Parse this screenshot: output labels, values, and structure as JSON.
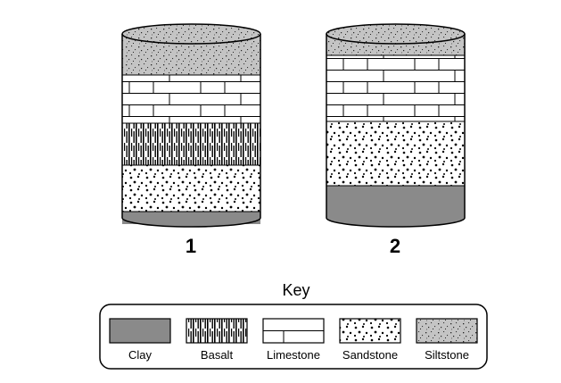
{
  "columns": [
    {
      "label": "1",
      "layers_top_to_bottom": [
        "Siltstone",
        "Limestone",
        "Basalt",
        "Sandstone",
        "Clay"
      ]
    },
    {
      "label": "2",
      "layers_top_to_bottom": [
        "Siltstone",
        "Limestone",
        "Sandstone",
        "Clay"
      ]
    }
  ],
  "key": {
    "title": "Key",
    "items": [
      {
        "pattern": "clay",
        "label": "Clay"
      },
      {
        "pattern": "basalt",
        "label": "Basalt"
      },
      {
        "pattern": "limestone",
        "label": "Limestone"
      },
      {
        "pattern": "sandstone",
        "label": "Sandstone"
      },
      {
        "pattern": "siltstone",
        "label": "Siltstone"
      }
    ]
  },
  "colors": {
    "clay": "#8a8a8a",
    "siltstone_fill": "#bdbdbd",
    "outline": "#000000"
  }
}
